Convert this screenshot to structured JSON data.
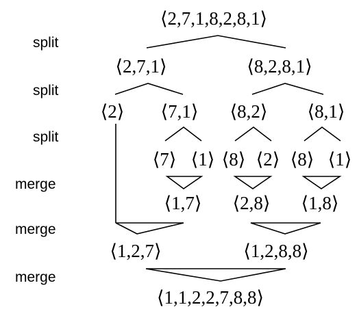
{
  "step_labels": [
    "split",
    "split",
    "split",
    "merge",
    "merge",
    "merge"
  ],
  "nodes": {
    "root": "⟨2,7,1,8,2,8,1⟩",
    "l1_left": "⟨2,7,1⟩",
    "l1_right": "⟨8,2,8,1⟩",
    "l2_a": "⟨2⟩",
    "l2_b": "⟨7,1⟩",
    "l2_c": "⟨8,2⟩",
    "l2_d": "⟨8,1⟩",
    "l3_a": "⟨7⟩",
    "l3_b": "⟨1⟩",
    "l3_c": "⟨8⟩",
    "l3_d": "⟨2⟩",
    "l3_e": "⟨8⟩",
    "l3_f": "⟨1⟩",
    "m1_a": "⟨1,7⟩",
    "m1_b": "⟨2,8⟩",
    "m1_c": "⟨1,8⟩",
    "m2_left": "⟨1,2,7⟩",
    "m2_right": "⟨1,2,8,8⟩",
    "result": "⟨1,1,2,2,7,8,8⟩"
  }
}
